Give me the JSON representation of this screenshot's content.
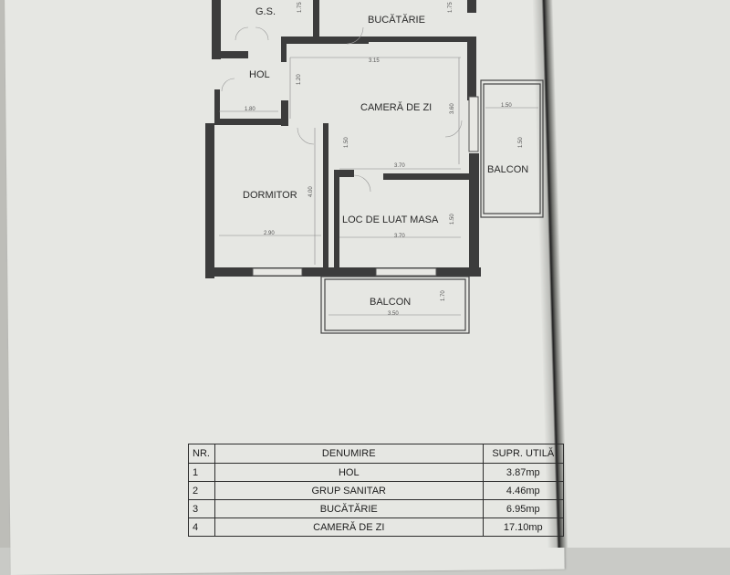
{
  "plan": {
    "rooms": {
      "gs": "G.S.",
      "bucatarie": "BUCĂTĂRIE",
      "hol": "HOL",
      "camera_de_zi": "CAMERĂ DE ZI",
      "dormitor": "DORMITOR",
      "loc_de_luat_masa": "LOC DE LUAT MASA",
      "balcon_right": "BALCON",
      "balcon_bottom": "BALCON"
    },
    "dimensions": {
      "top_width": "3.15",
      "hol_width": "1.80",
      "hol_height": "1.20",
      "camera_height": "3.60",
      "camera_mid": "1.50",
      "camera_width": "3.70",
      "dormitor_height": "4.00",
      "dormitor_width": "2.90",
      "masa_width": "3.70",
      "masa_height": "1.50",
      "balcon_r_width": "1.50",
      "balcon_r_height": "1.50",
      "balcon_b_width": "3.50",
      "balcon_b_height": "1.70",
      "gs_height": "1.75",
      "buc_height": "1.75"
    }
  },
  "table": {
    "headers": [
      "NR.",
      "DENUMIRE",
      "SUPR. UTILĂ"
    ],
    "rows": [
      {
        "nr": "1",
        "name": "HOL",
        "area": "3.87mp"
      },
      {
        "nr": "2",
        "name": "GRUP SANITAR",
        "area": "4.46mp"
      },
      {
        "nr": "3",
        "name": "BUCĂTĂRIE",
        "area": "6.95mp"
      },
      {
        "nr": "4",
        "name": "CAMERĂ DE ZI",
        "area": "17.10mp"
      }
    ]
  }
}
